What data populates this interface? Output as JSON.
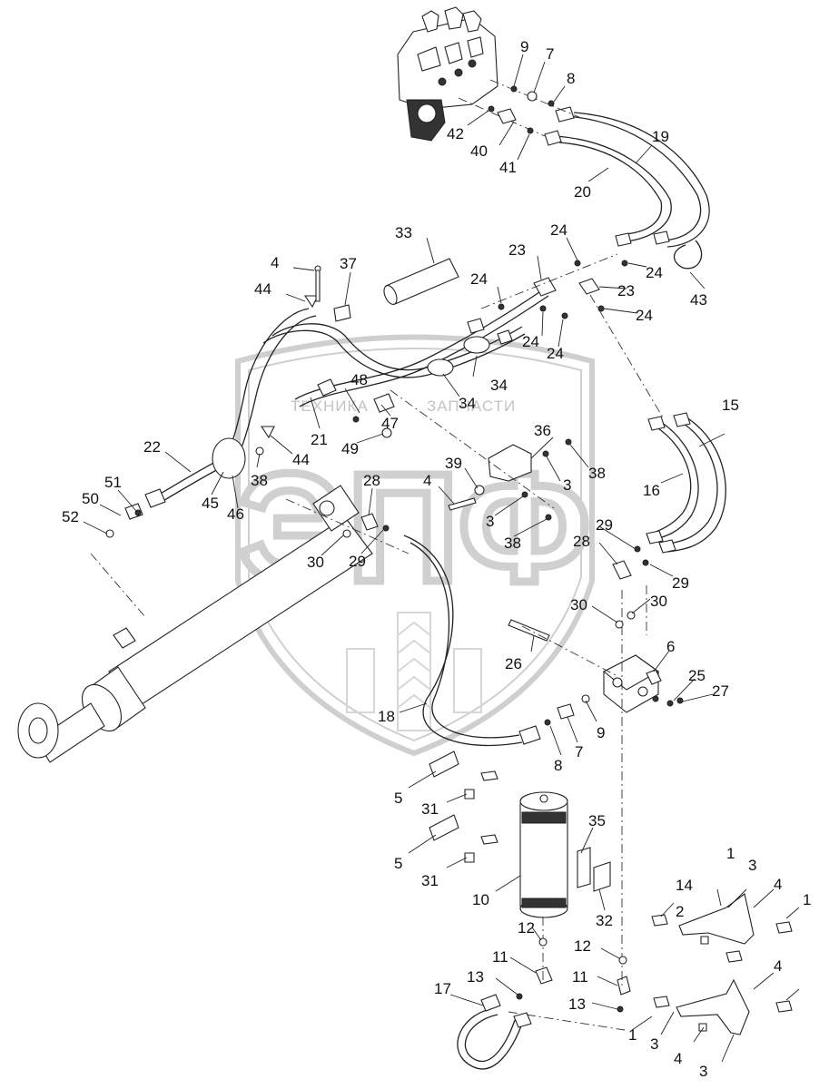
{
  "watermark": {
    "letters": "ЭПФ",
    "text_left": "ТЕХНИКА",
    "text_right": "ЗАПЧАСТИ"
  },
  "callouts": [
    "9",
    "7",
    "8",
    "42",
    "40",
    "41",
    "19",
    "20",
    "33",
    "24",
    "23",
    "24",
    "24",
    "23",
    "24",
    "24",
    "24",
    "43",
    "4",
    "37",
    "44",
    "48",
    "34",
    "34",
    "47",
    "21",
    "44",
    "49",
    "22",
    "38",
    "36",
    "38",
    "39",
    "4",
    "3",
    "28",
    "51",
    "50",
    "52",
    "45",
    "46",
    "30",
    "29",
    "3",
    "38",
    "15",
    "16",
    "29",
    "28",
    "29",
    "30",
    "30",
    "6",
    "26",
    "25",
    "27",
    "18",
    "8",
    "7",
    "9",
    "5",
    "31",
    "5",
    "31",
    "35",
    "32",
    "10",
    "12",
    "11",
    "13",
    "17",
    "12",
    "11",
    "13",
    "1",
    "1",
    "14",
    "3",
    "4",
    "1",
    "2",
    "3",
    "4",
    "3",
    "4"
  ]
}
